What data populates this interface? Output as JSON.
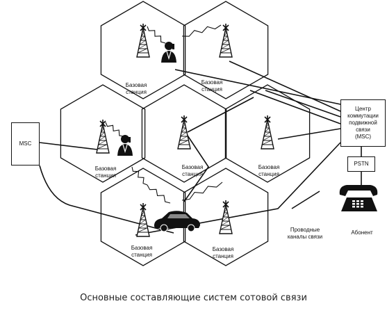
{
  "base_station_label": "Базовая\nстанция",
  "msc_left_label": "MSC",
  "msc_right_label": "Центр\nкоммутации\nподвижной\nсвязи\n(MSC)",
  "pstn_label": "PSTN",
  "wired_channels_label": "Проводные\nканалы связи",
  "subscriber_label": "Абонент",
  "caption": "Основные составляющие систем сотовой связи",
  "icons": [
    "cell-tower-icon",
    "mobile-user-icon",
    "car-icon",
    "telephone-icon"
  ],
  "colors": {
    "ink": "#111111",
    "paper": "#ffffff"
  }
}
